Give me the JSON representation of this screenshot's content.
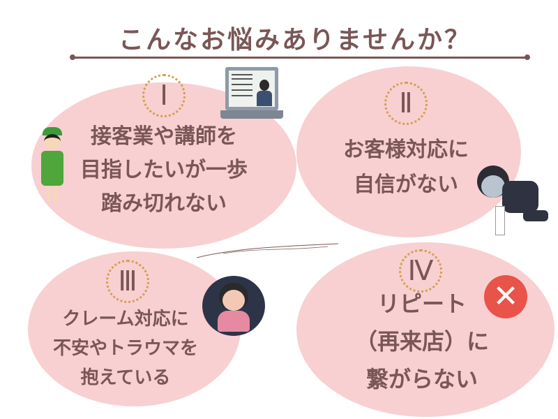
{
  "title": "こんなお悩みありませんか？",
  "colors": {
    "text": "#7a5656",
    "bubble": "#f8d0d2",
    "accent": "#d4a050",
    "error": "#e8534a"
  },
  "items": [
    {
      "numeral": "Ⅰ",
      "lines": [
        "接客業や講師を",
        "目指したいが一歩",
        "踏み切れない"
      ],
      "illustration": "teacher-laptop-icon"
    },
    {
      "numeral": "Ⅱ",
      "lines": [
        "お客様対応に",
        "自信がない"
      ],
      "illustration": "depressed-woman-icon"
    },
    {
      "numeral": "Ⅲ",
      "lines": [
        "クレーム対応に",
        "不安やトラウマを",
        "抱えている"
      ],
      "illustration": "scared-woman-icon"
    },
    {
      "numeral": "Ⅳ",
      "lines": [
        "リピート",
        "（再来店）に",
        "繋がらない"
      ],
      "illustration": "x-mark-icon"
    }
  ]
}
